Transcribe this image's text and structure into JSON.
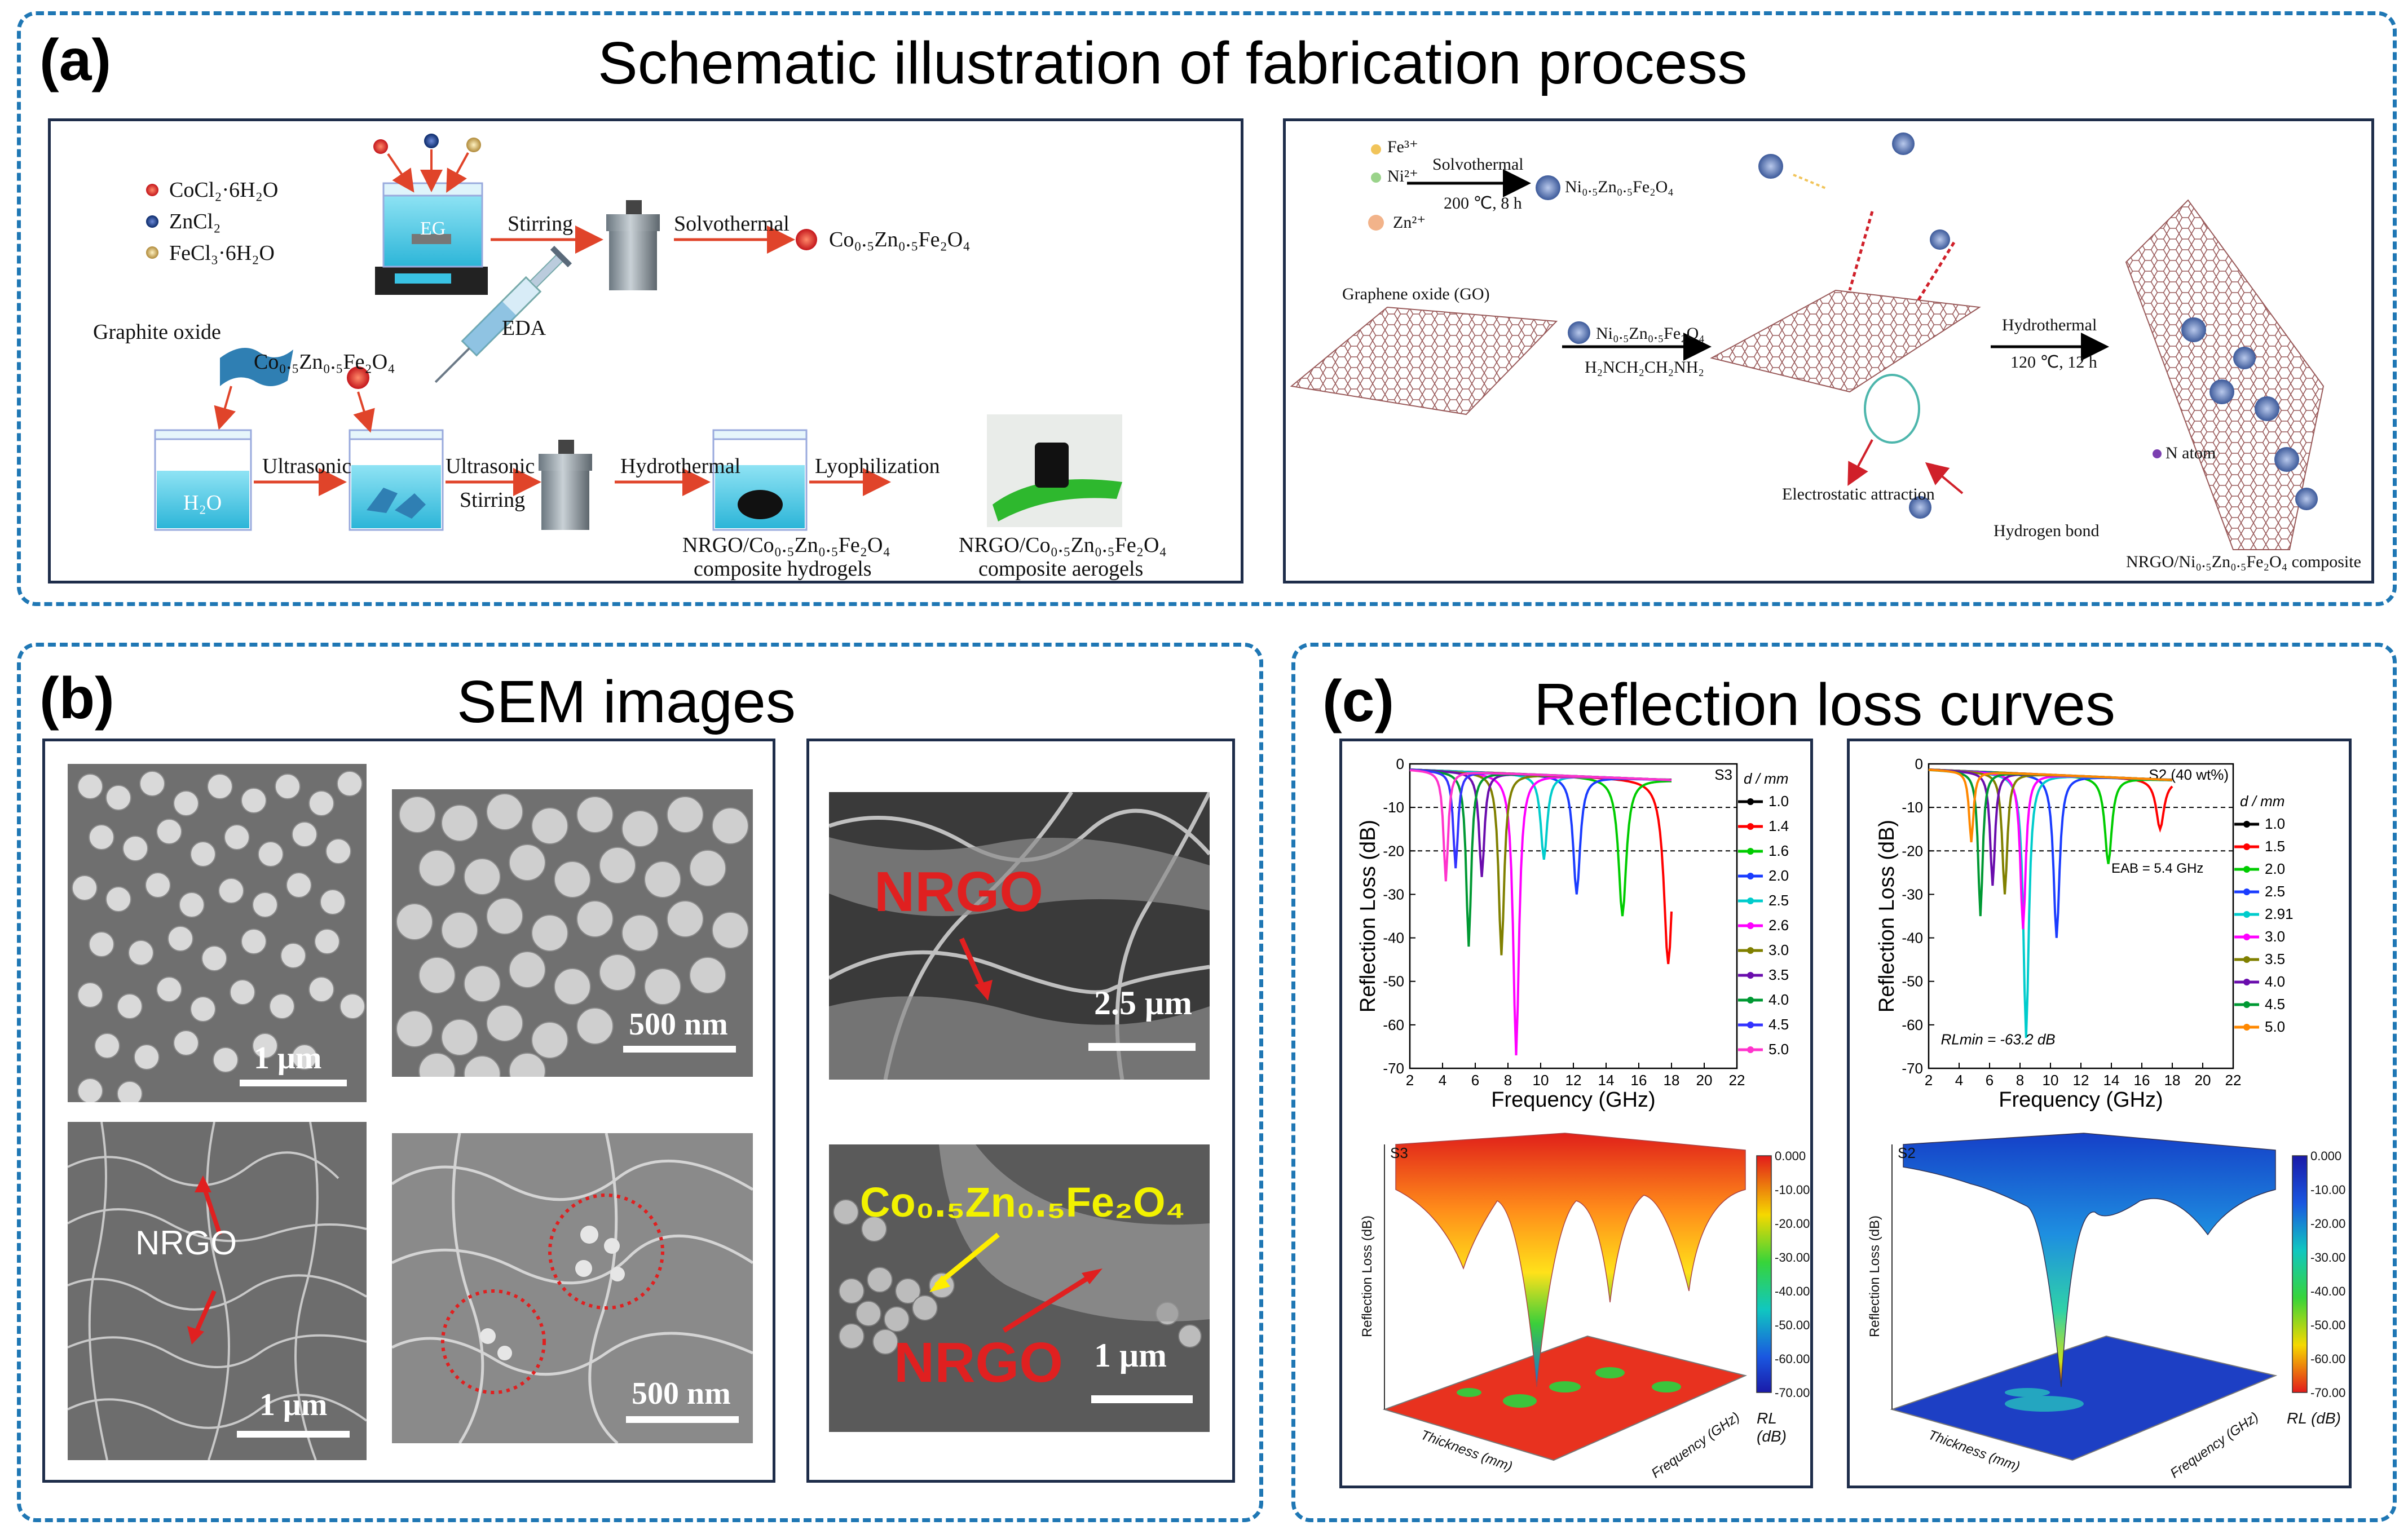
{
  "section_a": {
    "letter": "(a)",
    "title": "Schematic illustration of fabrication process",
    "left": {
      "legend": [
        "CoCl₂·6H₂O",
        "ZnCl₂",
        "FeCl₃·6H₂O"
      ],
      "beaker_eg": "EG",
      "step_stirring": "Stirring",
      "step_solvothermal": "Solvothermal",
      "product_top": "Co₀.₅Zn₀.₅Fe₂O₄",
      "graphite_oxide": "Graphite oxide",
      "h2o": "H₂O",
      "co_label": "Co₀.₅Zn₀.₅Fe₂O₄",
      "eda": "EDA",
      "step_ultrasonic1": "Ultrasonic",
      "step_ultrasonic2": "Ultrasonic",
      "step_stirring2": "Stirring",
      "step_hydrothermal": "Hydrothermal",
      "step_lyophilization": "Lyophilization",
      "hydrogel_line1": "NRGO/Co₀.₅Zn₀.₅Fe₂O₄",
      "hydrogel_line2": "composite hydrogels",
      "aerogel_line1": "NRGO/Co₀.₅Zn₀.₅Fe₂O₄",
      "aerogel_line2": "composite aerogels"
    },
    "right": {
      "ions": [
        "Fe³⁺",
        "Ni²⁺",
        "Zn²⁺"
      ],
      "solvothermal": "Solvothermal",
      "solvo_cond": "200 ℃, 8 h",
      "ferrite": "Ni₀.₅Zn₀.₅Fe₂O₄",
      "go": "Graphene oxide (GO)",
      "ferrite2": "Ni₀.₅Zn₀.₅Fe₂O₄",
      "eda_formula": "H₂NCH₂CH₂NH₂",
      "hydrothermal": "Hydrothermal",
      "hydro_cond": "120 ℃, 12 h",
      "n_atom": "N atom",
      "electrostatic": "Electrostatic attraction",
      "hbond": "Hydrogen bond",
      "composite": "NRGO/Ni₀.₅Zn₀.₅Fe₂O₄ composite"
    }
  },
  "section_b": {
    "letter": "(b)",
    "title": "SEM images",
    "images": [
      {
        "scale": "1 μm"
      },
      {
        "scale": "500 nm"
      },
      {
        "scale": "1 μm",
        "label": "NRGO"
      },
      {
        "scale": "500 nm"
      },
      {
        "scale": "2.5 μm",
        "label": "NRGO"
      },
      {
        "scale": "1 μm",
        "label": "NRGO",
        "label2": "Co₀.₅Zn₀.₅Fe₂O₄"
      }
    ]
  },
  "section_c": {
    "letter": "(c)",
    "title": "Reflection loss curves",
    "rl_zmin_label": "-70.00",
    "charts3d": [
      {
        "tag": "S3",
        "colorbar": [
          "0.000",
          "-10.00",
          "-20.00",
          "-30.00",
          "-40.00",
          "-50.00",
          "-60.00",
          "-70.00"
        ],
        "zlabel": "Reflection Loss (dB)",
        "rl": "RL (dB)",
        "xlabel": "Thickness (mm)",
        "ylabel": "Frequency (GHz)"
      },
      {
        "tag": "S2",
        "colorbar": [
          "0.000",
          "-10.00",
          "-20.00",
          "-30.00",
          "-40.00",
          "-50.00",
          "-60.00",
          "-70.00"
        ],
        "zlabel": "Reflection Loss (dB)",
        "rl": "RL (dB)",
        "xlabel": "Thickness (mm)",
        "ylabel": "Frequency (GHz)"
      }
    ]
  },
  "chart_data": [
    {
      "type": "line",
      "tag": "S3",
      "xlabel": "Frequency (GHz)",
      "ylabel": "Reflection Loss (dB)",
      "xlim": [
        2,
        22
      ],
      "ylim": [
        -70,
        0
      ],
      "xticks": [
        2,
        4,
        6,
        8,
        10,
        12,
        14,
        16,
        18,
        20,
        22
      ],
      "yticks": [
        0,
        -10,
        -20,
        -30,
        -40,
        -50,
        -60,
        -70
      ],
      "legend_title": "d / mm",
      "reference_lines": [
        -10,
        -20
      ],
      "series": [
        {
          "name": "1.0",
          "color": "#000000",
          "dip_x": 19,
          "dip_y": -3
        },
        {
          "name": "1.4",
          "color": "#ff0000",
          "dip_x": 17.8,
          "dip_y": -46
        },
        {
          "name": "1.6",
          "color": "#00cc00",
          "dip_x": 15,
          "dip_y": -35
        },
        {
          "name": "2.0",
          "color": "#1a3cff",
          "dip_x": 12.2,
          "dip_y": -30
        },
        {
          "name": "2.5",
          "color": "#00cccc",
          "dip_x": 10.2,
          "dip_y": -22
        },
        {
          "name": "2.6",
          "color": "#ff00ff",
          "dip_x": 8.5,
          "dip_y": -67
        },
        {
          "name": "3.0",
          "color": "#808000",
          "dip_x": 7.6,
          "dip_y": -44
        },
        {
          "name": "3.5",
          "color": "#6a0dad",
          "dip_x": 6.4,
          "dip_y": -26
        },
        {
          "name": "4.0",
          "color": "#009933",
          "dip_x": 5.6,
          "dip_y": -42
        },
        {
          "name": "4.5",
          "color": "#3333ff",
          "dip_x": 4.8,
          "dip_y": -24
        },
        {
          "name": "5.0",
          "color": "#ff33cc",
          "dip_x": 4.2,
          "dip_y": -27
        }
      ]
    },
    {
      "type": "line",
      "tag": "S2 (40 wt%)",
      "xlabel": "Frequency (GHz)",
      "ylabel": "Reflection Loss (dB)",
      "xlim": [
        2,
        22
      ],
      "ylim": [
        -70,
        0
      ],
      "xticks": [
        2,
        4,
        6,
        8,
        10,
        12,
        14,
        16,
        18,
        20,
        22
      ],
      "yticks": [
        0,
        -10,
        -20,
        -30,
        -40,
        -50,
        -60,
        -70
      ],
      "legend_title": "d / mm",
      "reference_lines": [
        -10,
        -20
      ],
      "annotations": [
        "EAB = 5.4 GHz",
        "RLmin = -63.2 dB"
      ],
      "series": [
        {
          "name": "1.0",
          "color": "#000000",
          "dip_x": 19,
          "dip_y": -3
        },
        {
          "name": "1.5",
          "color": "#ff0000",
          "dip_x": 17.2,
          "dip_y": -15
        },
        {
          "name": "2.0",
          "color": "#00cc00",
          "dip_x": 13.8,
          "dip_y": -23
        },
        {
          "name": "2.5",
          "color": "#1a3cff",
          "dip_x": 10.4,
          "dip_y": -40
        },
        {
          "name": "2.91",
          "color": "#00cccc",
          "dip_x": 8.4,
          "dip_y": -63
        },
        {
          "name": "3.0",
          "color": "#ff00ff",
          "dip_x": 8.2,
          "dip_y": -38
        },
        {
          "name": "3.5",
          "color": "#808000",
          "dip_x": 7,
          "dip_y": -30
        },
        {
          "name": "4.0",
          "color": "#6a0dad",
          "dip_x": 6.2,
          "dip_y": -28
        },
        {
          "name": "4.5",
          "color": "#009933",
          "dip_x": 5.4,
          "dip_y": -35
        },
        {
          "name": "5.0",
          "color": "#ff8800",
          "dip_x": 4.8,
          "dip_y": -18
        }
      ]
    }
  ]
}
